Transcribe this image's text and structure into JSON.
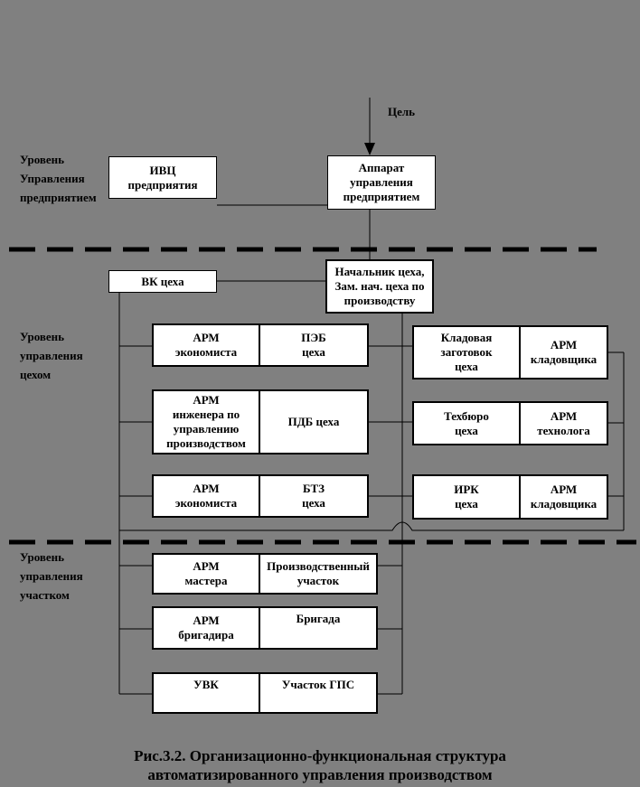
{
  "colors": {
    "background": "#808080",
    "box_fill": "#ffffff",
    "line": "#000000"
  },
  "goal_label": "Цель",
  "level_labels": {
    "enterprise": "Уровень\nУправления\nпредприятием",
    "shop": "Уровень\nуправления\nцехом",
    "section": "Уровень\nуправления\nучастком"
  },
  "boxes": {
    "ivc": "ИВЦ\nпредприятия",
    "apparat": "Аппарат\nуправления\nпредприятием",
    "vk_tseha": "ВК цеха",
    "nachalnik": "Начальник цеха,\nЗам. нач. цеха по\nпроизводству",
    "arm_ekonomista_1": "АРМ\nэкономиста",
    "peb_tseha": "ПЭБ\nцеха",
    "arm_inzhenera": "АРМ\nинженера по\nуправлению\nпроизводством",
    "pdb_tseha": "ПДБ цеха",
    "arm_ekonomista_2": "АРМ\nэкономиста",
    "btz_tseha": "БТЗ\nцеха",
    "kladovaya": "Кладовая\nзаготовок\nцеха",
    "arm_kladovschika_1": "АРМ\nкладовщика",
    "tehbyuro": "Техбюро\nцеха",
    "arm_tehnologa": "АРМ\nтехнолога",
    "irk_tseha": "ИРК\nцеха",
    "arm_kladovschika_2": "АРМ\nкладовщика",
    "arm_mastera": "АРМ\nмастера",
    "proizv_uchastok": "Производственный\nучасток",
    "arm_brigadira": "АРМ\nбригадира",
    "brigada": "Бригада",
    "uvk": "УВК",
    "uchastok_gps": "Участок ГПС"
  },
  "caption": "Рис.3.2. Организационно-функциональная структура\nавтоматизированного управления производством"
}
